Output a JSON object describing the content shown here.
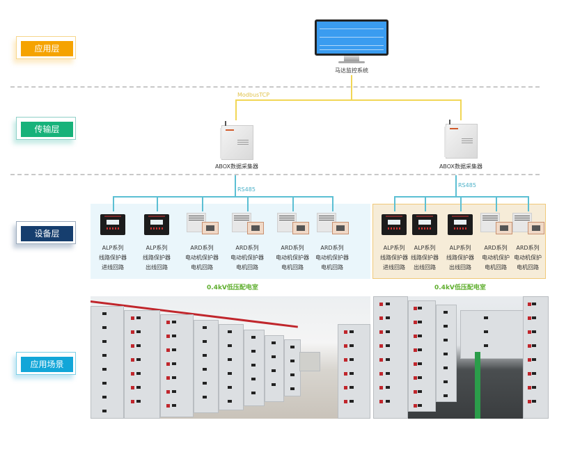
{
  "layers": {
    "application": "应用层",
    "transmission": "传输层",
    "device": "设备层",
    "scenario": "应用场景"
  },
  "top_system": {
    "icon": "monitor-icon",
    "label": "马达监控系统"
  },
  "protocols": {
    "ethernet": "ModbusTCP",
    "serial_left": "RS485",
    "serial_right": "RS485"
  },
  "collectors": [
    {
      "icon": "abox-collector-icon",
      "label": "ABOX数据采集器"
    },
    {
      "icon": "abox-collector-icon",
      "label": "ABOX数据采集器"
    }
  ],
  "device_groups": [
    {
      "room_title": "0.4kV低压配电室",
      "devices": [
        {
          "type": "ALP",
          "series": "ALP系列",
          "name": "线路保护器",
          "circuit": "进线回路"
        },
        {
          "type": "ALP",
          "series": "ALP系列",
          "name": "线路保护器",
          "circuit": "出线回路"
        },
        {
          "type": "ARD",
          "series": "ARD系列",
          "name": "电动机保护器",
          "circuit": "电机回路"
        },
        {
          "type": "ARD",
          "series": "ARD系列",
          "name": "电动机保护器",
          "circuit": "电机回路"
        },
        {
          "type": "ARD",
          "series": "ARD系列",
          "name": "电动机保护器",
          "circuit": "电机回路"
        },
        {
          "type": "ARD",
          "series": "ARD系列",
          "name": "电动机保护器",
          "circuit": "电机回路"
        }
      ]
    },
    {
      "room_title": "0.4kV低压配电室",
      "devices": [
        {
          "type": "ALP",
          "series": "ALP系列",
          "name": "线路保护器",
          "circuit": "进线回路"
        },
        {
          "type": "ALP",
          "series": "ALP系列",
          "name": "线路保护器",
          "circuit": "出线回路"
        },
        {
          "type": "ALP",
          "series": "ALP系列",
          "name": "线路保护器",
          "circuit": "出线回路"
        },
        {
          "type": "ARD",
          "series": "ARD系列",
          "name": "电动机保护",
          "circuit": "电机回路"
        },
        {
          "type": "ARD",
          "series": "ARD系列",
          "name": "电动机保护",
          "circuit": "电机回路"
        }
      ]
    }
  ],
  "scenario_photos": [
    {
      "subject": "low-voltage-switchgear-room-photo"
    },
    {
      "subject": "switchgear-aisle-photo"
    }
  ],
  "colors": {
    "application_badge": "#f5a300",
    "transmission_badge": "#17b27a",
    "device_badge": "#163e6e",
    "scenario_badge": "#12a6d8",
    "modbus_line": "#f1d655",
    "rs485_line": "#5bbfd3",
    "room_title": "#5fae2e"
  }
}
